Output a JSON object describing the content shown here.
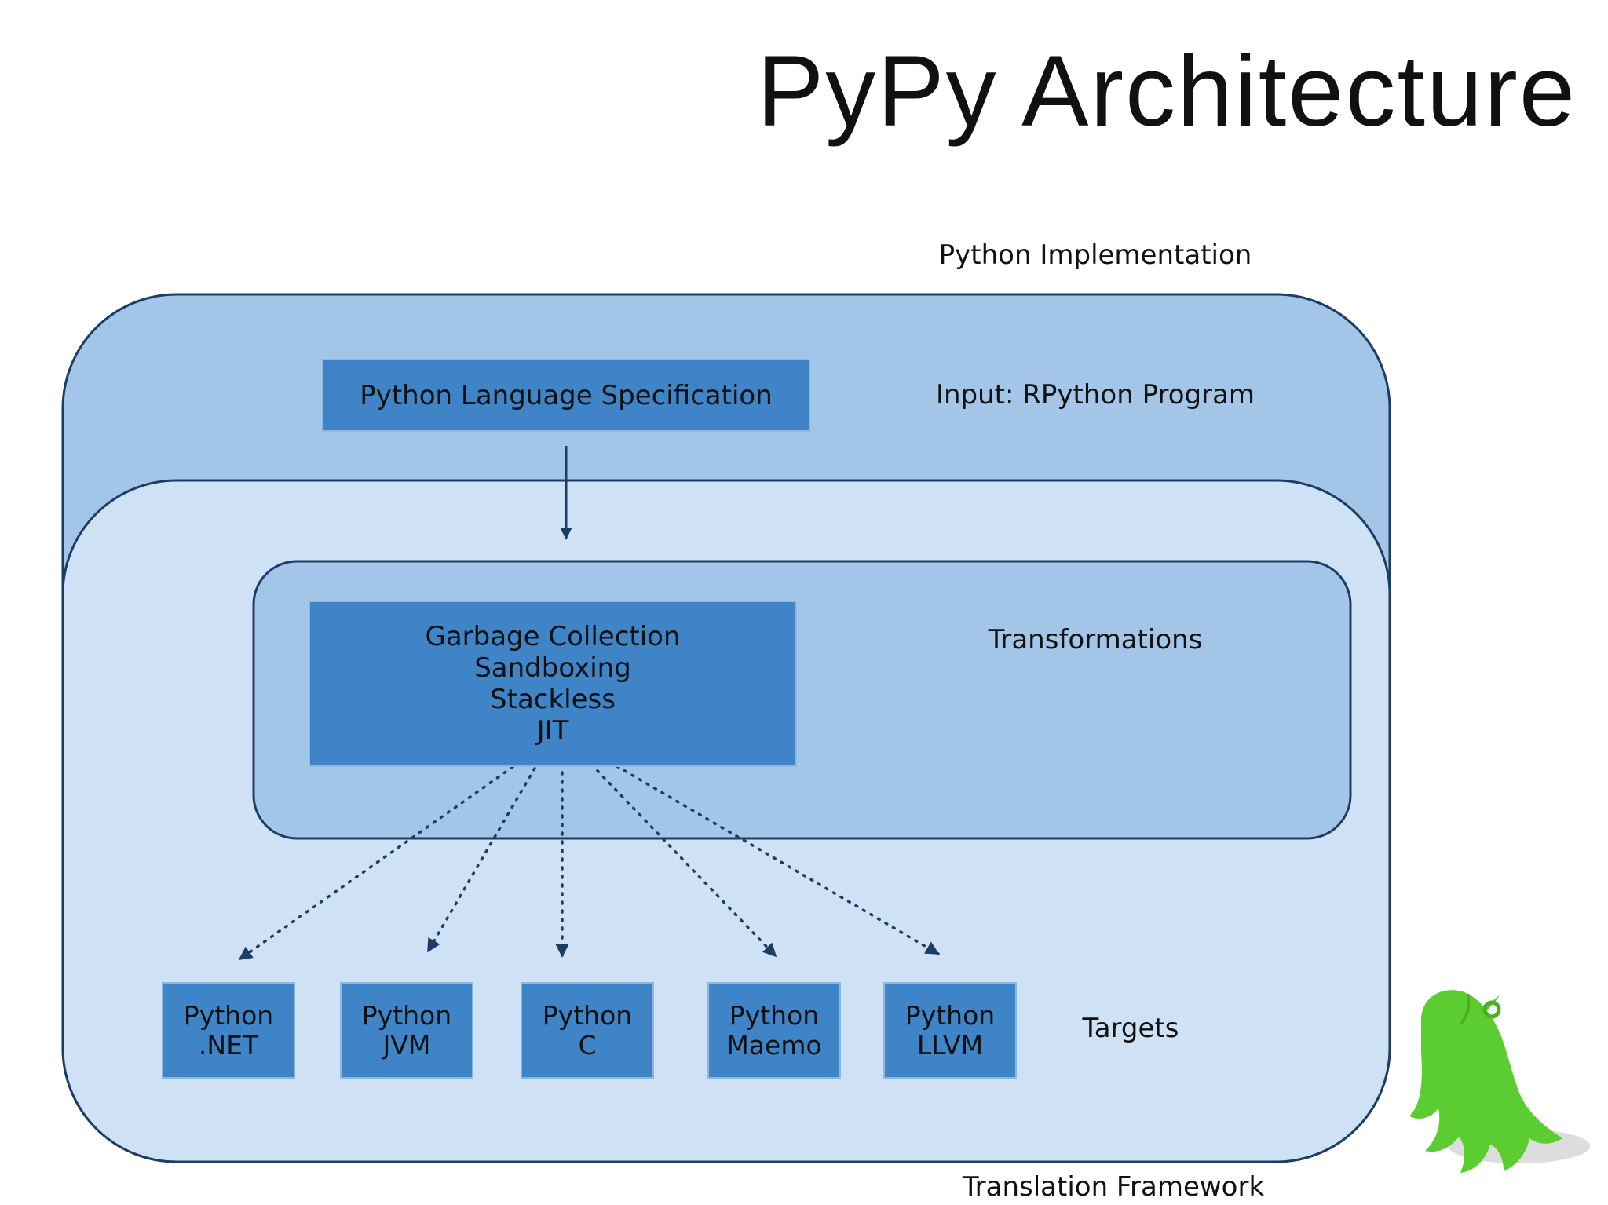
{
  "title": "PyPy Architecture",
  "regions": {
    "python_implementation": "Python Implementation",
    "input": "Input: RPython Program",
    "transformations": "Transformations",
    "targets": "Targets",
    "translation_framework": "Translation Framework"
  },
  "spec_box": {
    "label": "Python Language Specification"
  },
  "transform_box": {
    "lines": [
      "Garbage Collection",
      "Sandboxing",
      "Stackless",
      "JIT"
    ]
  },
  "target_boxes": [
    {
      "line1": "Python",
      "line2": ".NET"
    },
    {
      "line1": "Python",
      "line2": "JVM"
    },
    {
      "line1": "Python",
      "line2": "C"
    },
    {
      "line1": "Python",
      "line2": "Maemo"
    },
    {
      "line1": "Python",
      "line2": "LLVM"
    }
  ],
  "colors": {
    "outer_fill": "#a3c6e8",
    "inner_fill": "#cfe2f5",
    "transform_region_fill": "#a3c6e8",
    "box_fill": "#3f84c6",
    "stroke": "#1c3d66",
    "mascot": "#5ccd30"
  },
  "mascot_icon": "pypy-snake-icon"
}
